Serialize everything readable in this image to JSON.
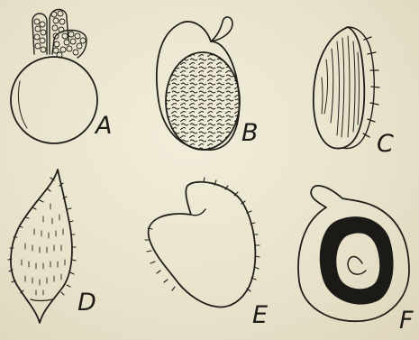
{
  "plate": {
    "background": "#e9e4cf",
    "ink": "#22201b",
    "figures": [
      {
        "key": "A",
        "label": "A"
      },
      {
        "key": "B",
        "label": "B"
      },
      {
        "key": "C",
        "label": "C"
      },
      {
        "key": "D",
        "label": "D"
      },
      {
        "key": "E",
        "label": "E"
      },
      {
        "key": "F",
        "label": "F"
      }
    ]
  }
}
